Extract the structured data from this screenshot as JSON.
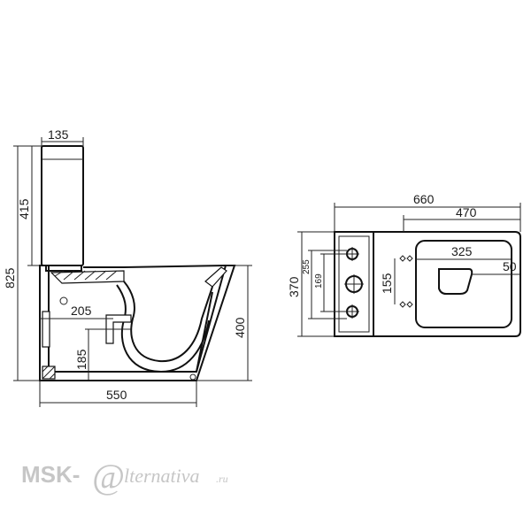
{
  "side_view": {
    "tank_width": "135",
    "tank_height": "415",
    "total_height": "825",
    "outlet_distance": "205",
    "outlet_height": "185",
    "seat_height": "400",
    "total_depth": "550"
  },
  "top_view": {
    "total_length": "660",
    "bowl_length": "470",
    "total_width": "370",
    "tank_hole_span": "255",
    "tank_hole_spacing": "169",
    "fixing_hole_spacing": "155",
    "seat_width": "325",
    "seat_offset": "50"
  },
  "watermark": {
    "brand": "MSK-",
    "at_sign": "@",
    "script": "lternativa",
    "suffix": ".ru"
  },
  "colors": {
    "line": "#222222",
    "watermark": "#c6c6c6"
  }
}
